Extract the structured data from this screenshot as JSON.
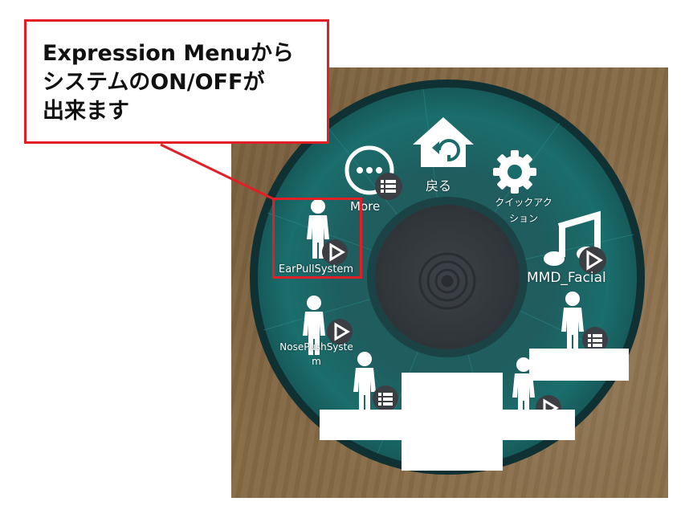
{
  "callout": {
    "lines": [
      "Expression Menuから",
      "システムのON/OFFが",
      "出来ます"
    ],
    "border_color": "#e21f26"
  },
  "radial_menu": {
    "items": [
      {
        "label": "戻る",
        "icon": "home-back-icon"
      },
      {
        "label_lines": [
          "クイックアク",
          "ション"
        ],
        "icon": "gear-icon"
      },
      {
        "label": "MMD_Facial",
        "icon": "music-note-icon",
        "badge": "play-icon"
      },
      {
        "label": "",
        "icon": "person-icon",
        "badge": "submenu-icon"
      },
      {
        "label": "",
        "icon": "person-icon",
        "badge": "play-icon"
      },
      {
        "label": "",
        "icon": "person-icon",
        "badge": "submenu-icon"
      },
      {
        "label_lines": [
          "NosePushSyste",
          "m"
        ],
        "icon": "person-icon",
        "badge": "play-icon"
      },
      {
        "label": "EarPullSystem",
        "icon": "person-icon",
        "badge": "play-icon",
        "highlighted": true
      },
      {
        "label": "More",
        "icon": "more-icon",
        "badge": "submenu-icon"
      }
    ],
    "center_icon": "joystick-icon",
    "colors": {
      "ring": "#1a6b6b",
      "inner_ring": "#1f4f52",
      "center": "#3a3f44",
      "background": "#866a45"
    }
  }
}
